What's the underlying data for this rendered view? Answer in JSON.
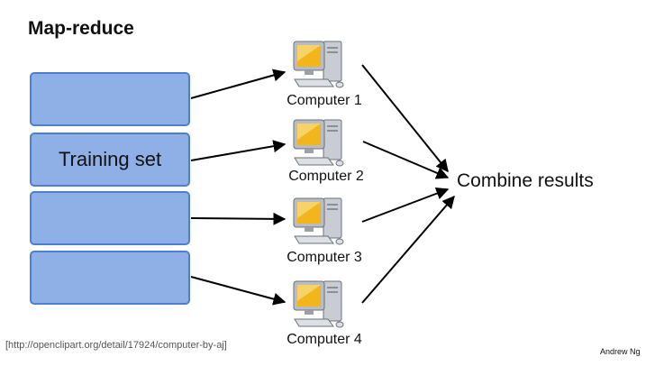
{
  "title": "Map-reduce",
  "training_set_label": "Training set",
  "computers": [
    {
      "label": "Computer 1"
    },
    {
      "label": "Computer 2"
    },
    {
      "label": "Computer 3"
    },
    {
      "label": "Computer 4"
    }
  ],
  "combine_label": "Combine results",
  "citation": "[http://openclipart.org/detail/17924/computer-by-aj]",
  "author": "Andrew Ng",
  "icons": {
    "computer": "computer-icon",
    "arrow": "arrow-icon"
  },
  "colors": {
    "block_fill": "#8fb0e6",
    "block_border": "#4d7fcf",
    "arrow": "#000000",
    "screen": "#f2b51c"
  }
}
